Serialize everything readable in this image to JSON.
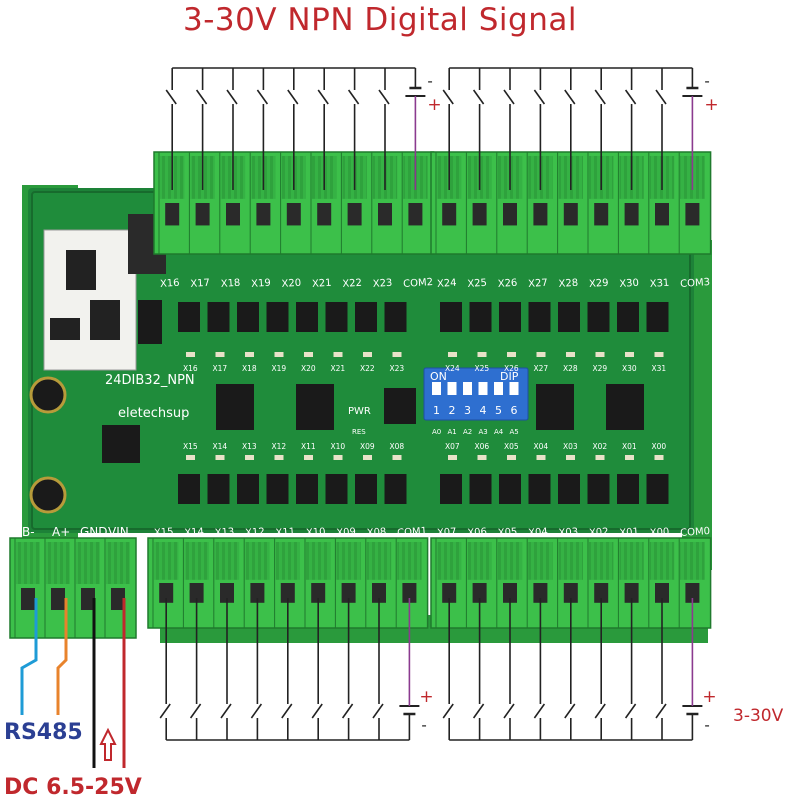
{
  "title": "3-30V NPN Digital Signal",
  "board": {
    "model": "24DIB32_NPN",
    "brand": "eletechsup",
    "pwr_label": "PWR",
    "res_label": "RES",
    "dip": {
      "on": "ON",
      "dip": "DIP",
      "numbers": [
        "1",
        "2",
        "3",
        "4",
        "5",
        "6"
      ]
    },
    "addr_labels": [
      "A0",
      "A1",
      "A2",
      "A3",
      "A4",
      "A5"
    ],
    "top_terminals": [
      "X16",
      "X17",
      "X18",
      "X19",
      "X20",
      "X21",
      "X22",
      "X23",
      "COM2",
      "X24",
      "X25",
      "X26",
      "X27",
      "X28",
      "X29",
      "X30",
      "X31",
      "COM3"
    ],
    "bottom_terminals": [
      "X15",
      "X14",
      "X13",
      "X12",
      "X11",
      "X10",
      "X09",
      "X08",
      "COM1",
      "X07",
      "X06",
      "X05",
      "X04",
      "X03",
      "X02",
      "X01",
      "X00",
      "COM0"
    ],
    "power_terminals": [
      "B-",
      "A+",
      "GND",
      "VIN"
    ],
    "led_top": [
      "X16",
      "X17",
      "X18",
      "X19",
      "X20",
      "X21",
      "X22",
      "X23",
      "X24",
      "X25",
      "X26",
      "X27",
      "X28",
      "X29",
      "X30",
      "X31"
    ],
    "led_bottom": [
      "X15",
      "X14",
      "X13",
      "X12",
      "X11",
      "X10",
      "X09",
      "X08",
      "X07",
      "X06",
      "X05",
      "X04",
      "X03",
      "X02",
      "X01",
      "X00"
    ]
  },
  "polarity": {
    "plus": "+",
    "minus": "-"
  },
  "labels": {
    "rs485": "RS485",
    "dc": "DC 6.5-25V",
    "voltage": "3-30V"
  },
  "colors": {
    "title": "#c0282d",
    "rs485": "#2b3f93",
    "pcb": "#1f8a3a",
    "terminal": "#3cc04a",
    "wire_blue": "#1e9bd6",
    "wire_orange": "#e8832c",
    "wire_red": "#c0282d",
    "wire_purple": "#8b3a8f"
  }
}
